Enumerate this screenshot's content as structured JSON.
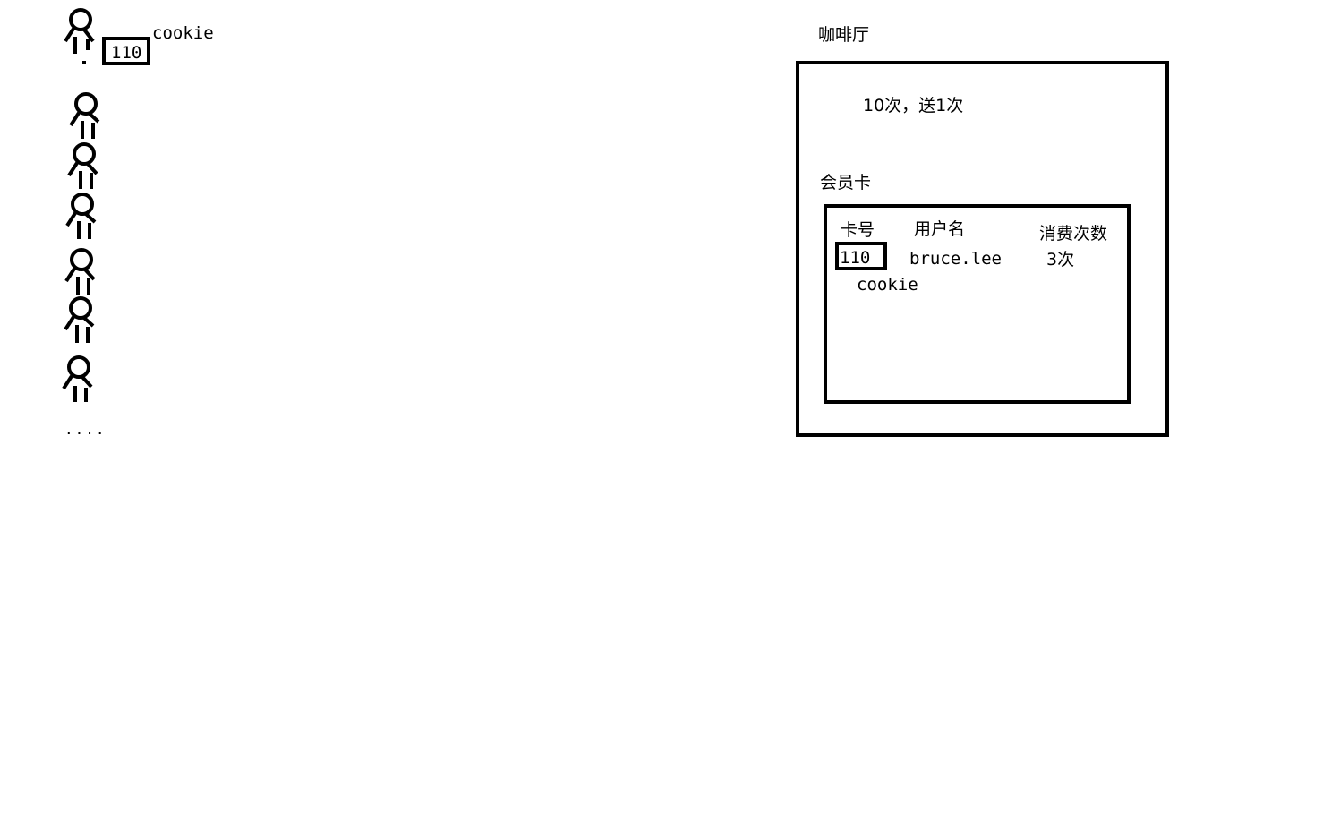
{
  "client": {
    "card_number": "110",
    "cookie_label": "cookie",
    "ellipsis": "....",
    "person_icon_count": 7
  },
  "cafe": {
    "title": "咖啡厅",
    "promotion": "10次，送1次",
    "membership_label": "会员卡",
    "table": {
      "headers": [
        "卡号",
        "用户名",
        "消费次数"
      ],
      "row": {
        "card_number": "110",
        "username": "bruce.lee",
        "visits": "3次"
      },
      "cookie_label": "cookie"
    }
  }
}
